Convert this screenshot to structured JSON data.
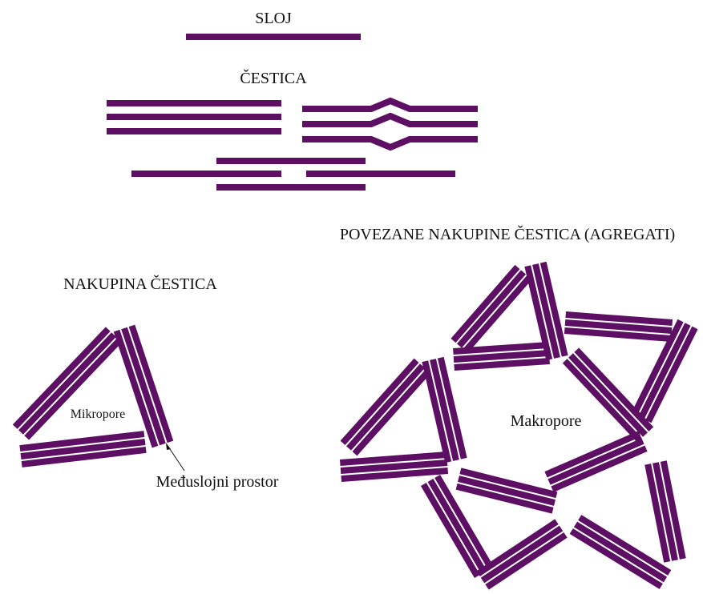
{
  "labels": {
    "layer": "SLOJ",
    "particle": "ČESTICA",
    "aggregates": "POVEZANE NAKUPINE ČESTICA (AGREGATI)",
    "cluster": "NAKUPINA ČESTICA",
    "micropore": "Mikropore",
    "interlayer": "Međuslojni prostor",
    "macropore": "Makropore"
  },
  "colors": {
    "layer": "#5c0f63",
    "text": "#111111",
    "background": "#ffffff"
  }
}
